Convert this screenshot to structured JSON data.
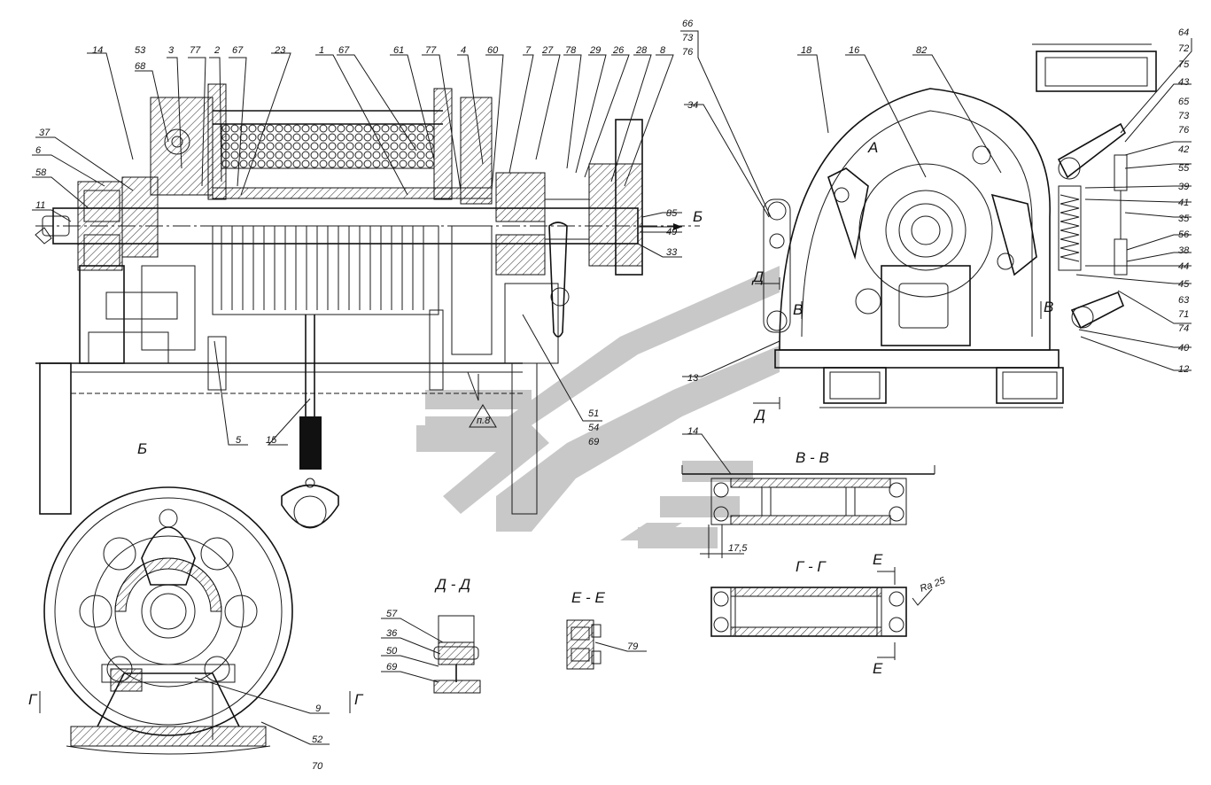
{
  "callouts": {
    "c14": "14",
    "c53": "53",
    "c68": "68",
    "c3": "3",
    "c77a": "77",
    "c2": "2",
    "c67a": "67",
    "c23": "23",
    "c1": "1",
    "c67b": "67",
    "c61": "61",
    "c77b": "77",
    "c4": "4",
    "c60": "60",
    "c7": "7",
    "c27": "27",
    "c78": "78",
    "c29": "29",
    "c26": "26",
    "c28": "28",
    "c8": "8",
    "c66": "66",
    "c73a": "73",
    "c76a": "76",
    "c37": "37",
    "c6": "6",
    "c58": "58",
    "c11": "11",
    "c85": "85",
    "c49": "49",
    "c33": "33",
    "c34": "34",
    "c18": "18",
    "c16": "16",
    "c82": "82",
    "c64": "64",
    "c72": "72",
    "c75": "75",
    "c43": "43",
    "c65": "65",
    "c73b": "73",
    "c76b": "76",
    "c42": "42",
    "c55": "55",
    "c39": "39",
    "c41": "41",
    "c35": "35",
    "c56": "56",
    "c38": "38",
    "c44": "44",
    "c45": "45",
    "c63": "63",
    "c71": "71",
    "c74": "74",
    "c40": "40",
    "c12": "12",
    "c13": "13",
    "c5": "5",
    "c15": "15",
    "c51": "51",
    "c54": "54",
    "c69a": "69",
    "c14b": "14",
    "c9": "9",
    "c52": "52",
    "c70": "70",
    "c57": "57",
    "c36": "36",
    "c50": "50",
    "c69b": "69",
    "c79": "79",
    "dim175": "17,5",
    "surface": "Ra 25",
    "p8": "п.8"
  },
  "sections": {
    "view_b": "Б",
    "arrow_b": "Б",
    "section_vv": "В - В",
    "section_gg": "Г - Г",
    "section_dd": "Д - Д",
    "section_ee": "Е - Е",
    "mark_a": "А",
    "mark_v1": "В",
    "mark_v2": "В",
    "mark_d1": "Д",
    "mark_d2": "Д",
    "mark_g1": "Г",
    "mark_g2": "Г",
    "mark_e1": "Е",
    "mark_e2": "Е"
  },
  "colors": {
    "line": "#1a1a1a",
    "watermark": "#c8c8c8",
    "background": "#ffffff"
  }
}
